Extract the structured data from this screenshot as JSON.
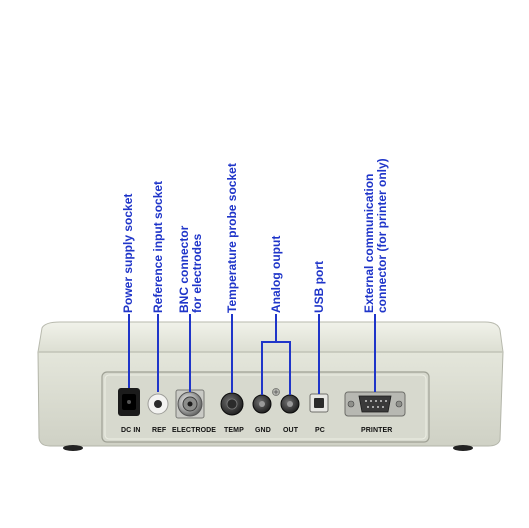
{
  "callouts": {
    "power": "Power supply socket",
    "reference": "Reference input socket",
    "bnc_line1": "BNC connector",
    "bnc_line2": "for electrodes",
    "temperature": "Temperature probe socket",
    "analog": "Analog ouput",
    "usb": "USB port",
    "external_line1": "External communication",
    "external_line2": "connector (for printer only)"
  },
  "port_labels": {
    "dc_in": "DC IN",
    "ref": "REF",
    "electrode": "ELECTRODE",
    "temp": "TEMP",
    "gnd": "GND",
    "out": "OUT",
    "pc": "PC",
    "printer": "PRINTER"
  },
  "colors": {
    "callout": "#1f35c9",
    "housing": "#e6e8dd",
    "panel": "#d9dbd0"
  }
}
